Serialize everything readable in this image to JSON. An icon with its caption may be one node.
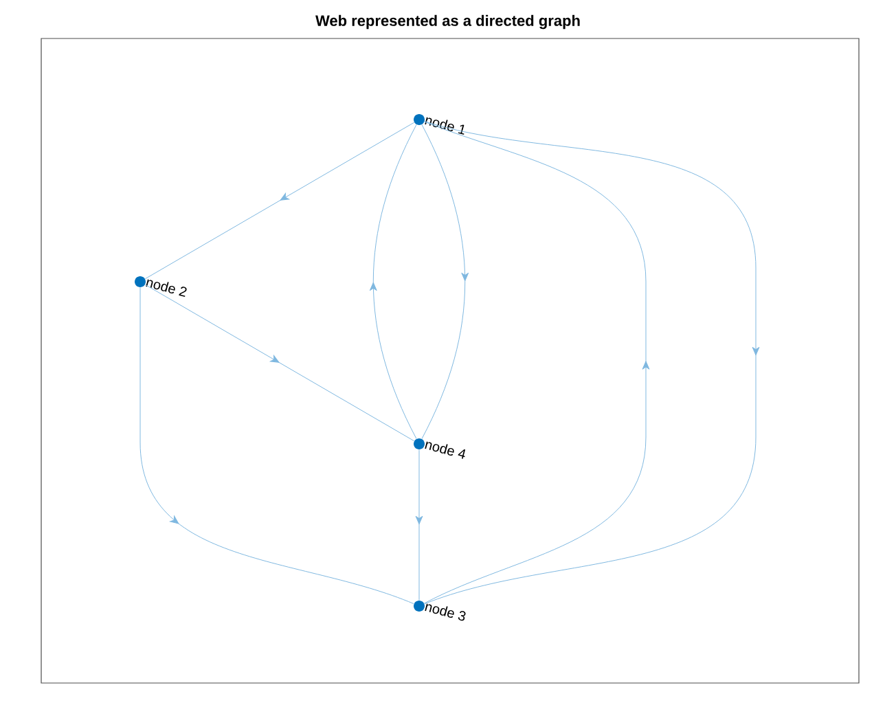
{
  "diagram": {
    "title": "Web represented as a directed graph",
    "nodes": [
      {
        "text": [
          "node 1"
        ]
      },
      {
        "text": [
          "node 2"
        ]
      },
      {
        "text": [
          "node 3"
        ]
      },
      {
        "text": [
          "node 4"
        ]
      }
    ],
    "edges": [
      {
        "from": 0,
        "to": 1,
        "arrow": "to"
      },
      {
        "from": 0,
        "to": 3,
        "arrow": "to"
      },
      {
        "from": 3,
        "to": 0,
        "arrow": "to"
      },
      {
        "from": 1,
        "to": 3,
        "arrow": "to"
      },
      {
        "from": 1,
        "to": 2,
        "arrow": "to"
      },
      {
        "from": 3,
        "to": 2,
        "arrow": "to"
      },
      {
        "from": 2,
        "to": 0,
        "arrow": "to"
      },
      {
        "from": 0,
        "to": 2,
        "arrow": "to"
      }
    ]
  }
}
